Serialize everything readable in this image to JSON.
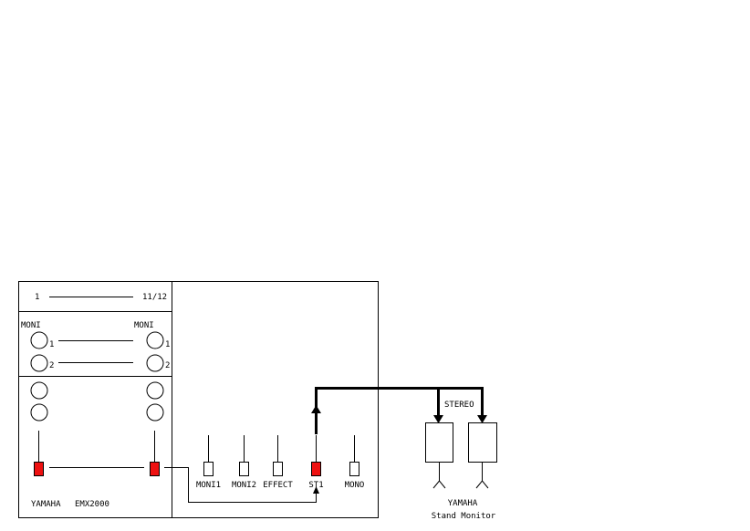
{
  "mixer": {
    "brand": "YAMAHA",
    "model": "EMX2000",
    "channel_first": "1",
    "channel_last": "11/12",
    "moni_left": "MONI",
    "moni_right": "MONI",
    "knob_1": "1",
    "knob_2": "2"
  },
  "master_faders": [
    "MONI1",
    "MONI2",
    "EFFECT",
    "ST1",
    "MONO"
  ],
  "active_fader": "ST1",
  "speakers": {
    "bus_label": "STEREO",
    "brand": "YAMAHA",
    "model": "Stand Monitor"
  },
  "colors": {
    "active": "#ee1111",
    "line": "#000000",
    "background": "#ffffff"
  }
}
